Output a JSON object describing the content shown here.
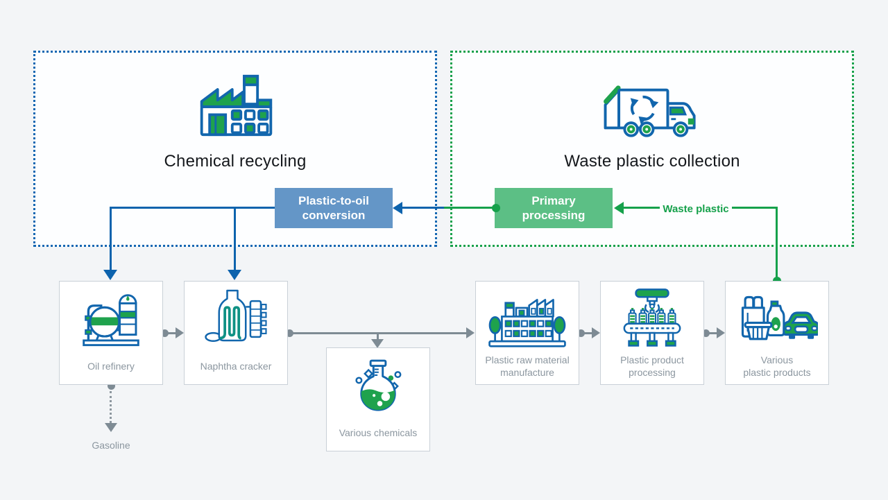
{
  "diagram": {
    "zones": [
      {
        "label": "Chemical recycling",
        "icon": "factory-icon",
        "border_color": "#1467b2"
      },
      {
        "label": "Waste plastic collection",
        "icon": "garbage-truck-icon",
        "border_color": "#18a14b"
      }
    ],
    "process_nodes": [
      {
        "label": "Plastic-to-oil\nconversion",
        "color": "#6496c7"
      },
      {
        "label": "Primary\nprocessing",
        "color": "#5cbf85"
      }
    ],
    "flow_labels": {
      "waste_plastic": "Waste plastic",
      "gasoline": "Gasoline"
    },
    "stations": [
      {
        "label": "Oil refinery",
        "icon": "oil-refinery-icon"
      },
      {
        "label": "Naphtha cracker",
        "icon": "naphtha-cracker-icon"
      },
      {
        "label": "Various chemicals",
        "icon": "flask-icon"
      },
      {
        "label": "Plastic raw material\nmanufacture",
        "icon": "factory-building-icon"
      },
      {
        "label": "Plastic product\nprocessing",
        "icon": "molding-machine-icon"
      },
      {
        "label": "Various\nplastic products",
        "icon": "plastic-products-car-icon"
      }
    ],
    "colors": {
      "outline_blue": "#1266ad",
      "accent_green": "#1fa24d",
      "line_blue": "#0d63ad",
      "line_green": "#16a14b",
      "line_gray": "#7e8b94",
      "background": "#f3f5f7"
    }
  }
}
